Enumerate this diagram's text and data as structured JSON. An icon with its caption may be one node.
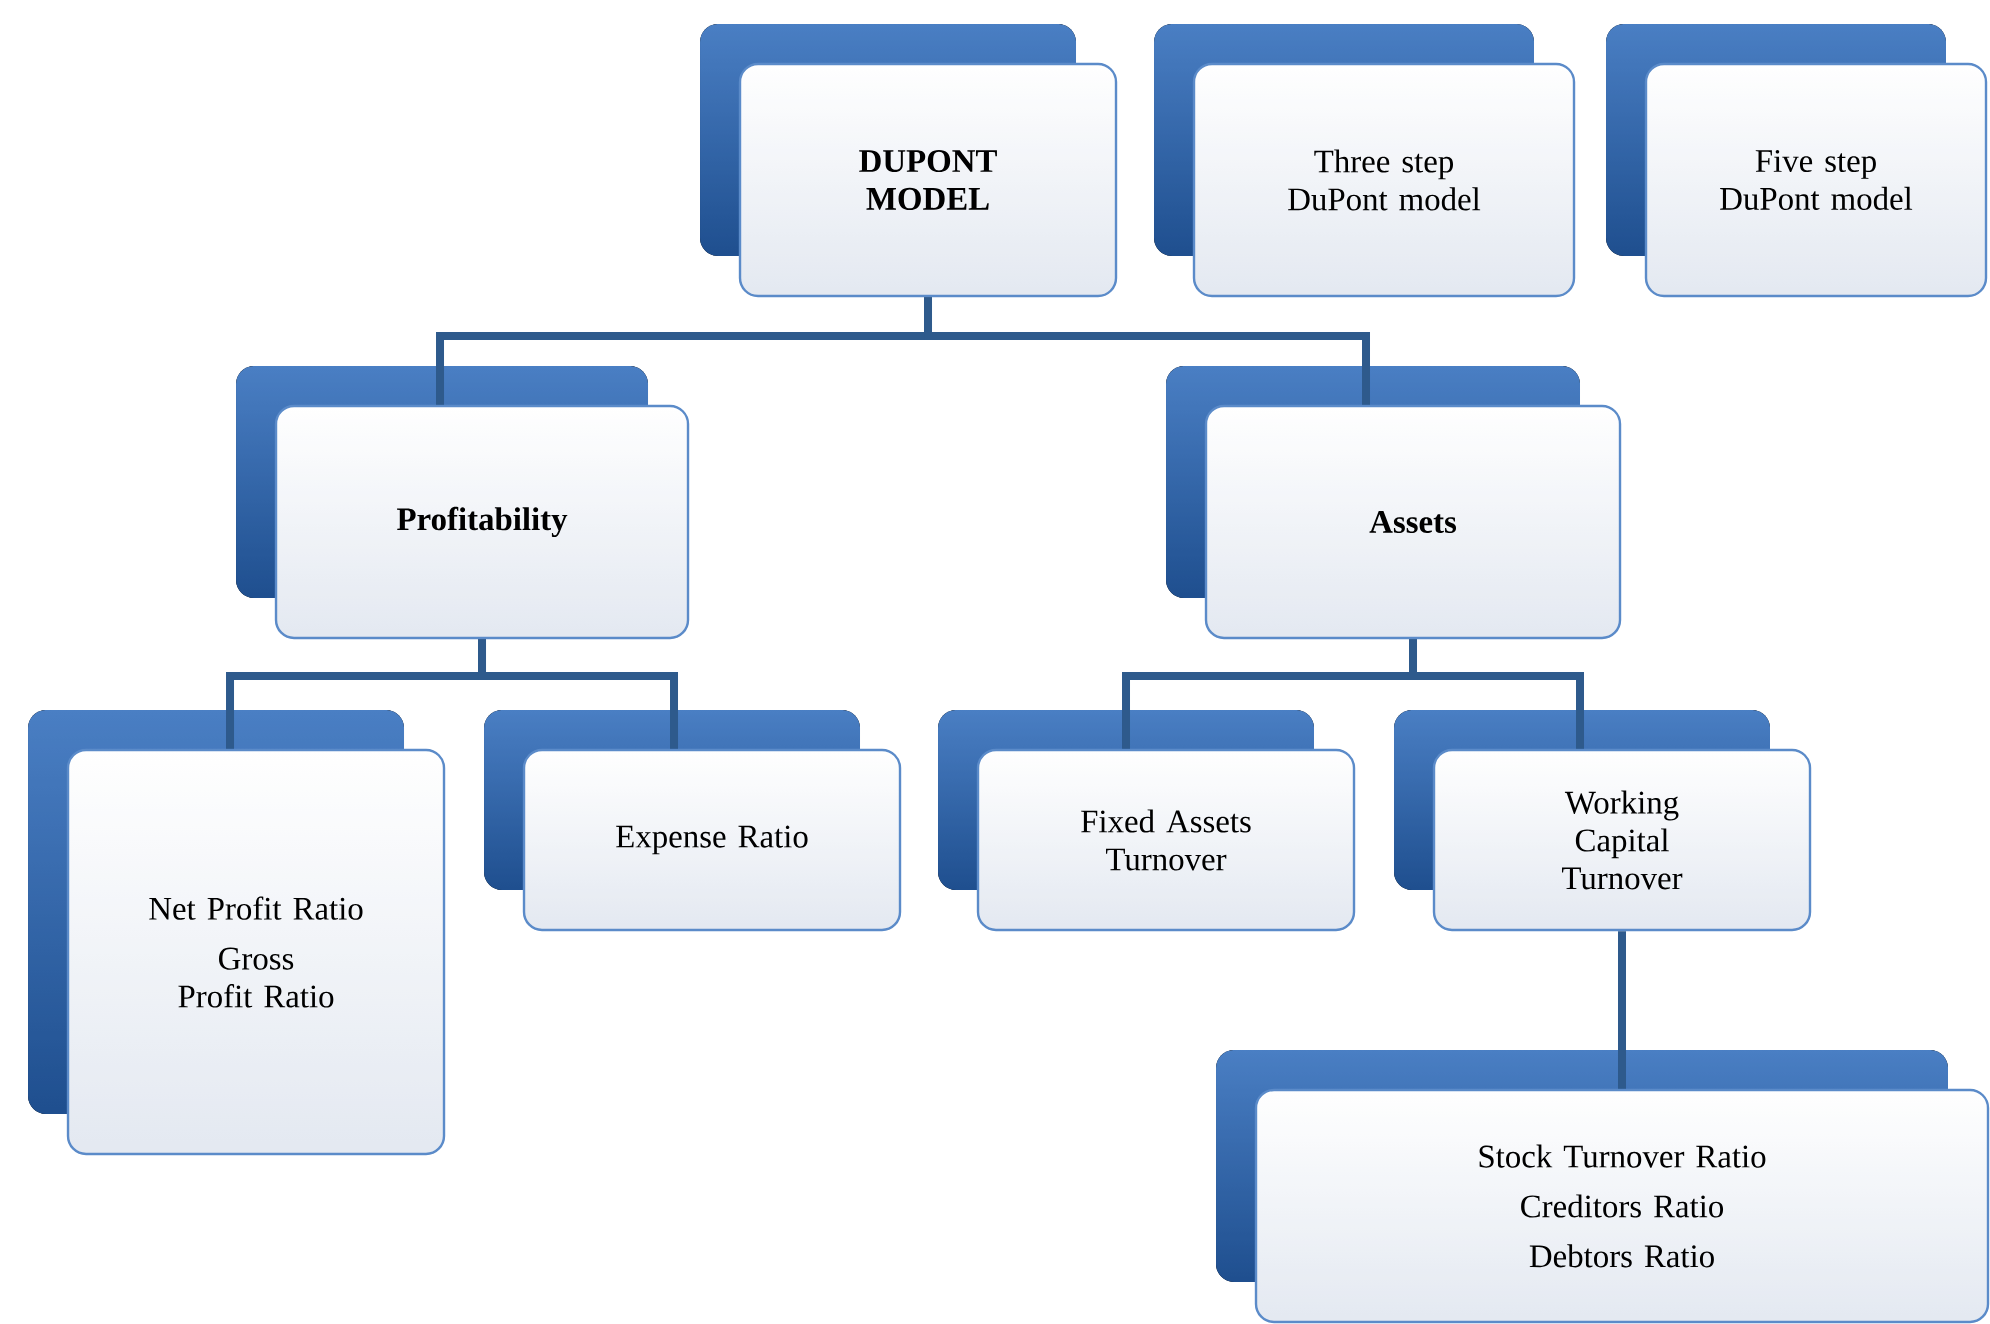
{
  "diagram": {
    "nodes": [
      {
        "text": [
          "DUPONT MODEL"
        ]
      },
      {
        "text": [
          "Three step DuPont model"
        ]
      },
      {
        "text": [
          "Five step DuPont model"
        ]
      },
      {
        "text": [
          "Profitability"
        ]
      },
      {
        "text": [
          "Assets"
        ]
      },
      {
        "text": [
          "Net Profit Ratio",
          "Gross Profit Ratio"
        ]
      },
      {
        "text": [
          "Expense Ratio"
        ]
      },
      {
        "text": [
          "Fixed Assets Turnover"
        ]
      },
      {
        "text": [
          "Working Capital Turnover"
        ]
      },
      {
        "text": [
          "Stock Turnover Ratio",
          "Creditors Ratio",
          "Debtors Ratio"
        ]
      }
    ],
    "edges": [
      {
        "from": 0,
        "to": 3,
        "arrow": "none"
      },
      {
        "from": 0,
        "to": 4,
        "arrow": "none"
      },
      {
        "from": 3,
        "to": 5,
        "arrow": "none"
      },
      {
        "from": 3,
        "to": 6,
        "arrow": "none"
      },
      {
        "from": 4,
        "to": 7,
        "arrow": "none"
      },
      {
        "from": 4,
        "to": 8,
        "arrow": "none"
      },
      {
        "from": 8,
        "to": 9,
        "arrow": "none"
      }
    ]
  }
}
